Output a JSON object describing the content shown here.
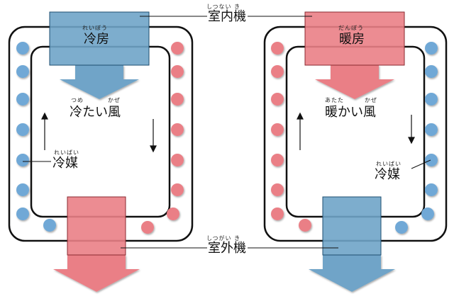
{
  "colors": {
    "cool": "#6fa4c8",
    "warm": "#e8828a",
    "cool_dot": "#5b9bd5",
    "warm_dot": "#e8787f",
    "outline": "#111111"
  },
  "shared": {
    "indoor_unit": {
      "reading": "しつない き",
      "label": "室内機"
    },
    "outdoor_unit": {
      "reading": "しつがい き",
      "label": "室外機"
    }
  },
  "cooling": {
    "mode": {
      "reading": "れいぼう",
      "label": "冷房"
    },
    "wind": {
      "reading_1": "つめ",
      "reading_2": "かぜ",
      "label": "冷たい風"
    },
    "refrigerant": {
      "reading": "れいばい",
      "label": "冷媒"
    }
  },
  "heating": {
    "mode": {
      "reading": "だんぼう",
      "label": "暖房"
    },
    "wind": {
      "reading_1": "あたた",
      "reading_2": "かぜ",
      "label": "暖かい風"
    },
    "refrigerant": {
      "reading": "れいばい",
      "label": "冷媒"
    }
  }
}
